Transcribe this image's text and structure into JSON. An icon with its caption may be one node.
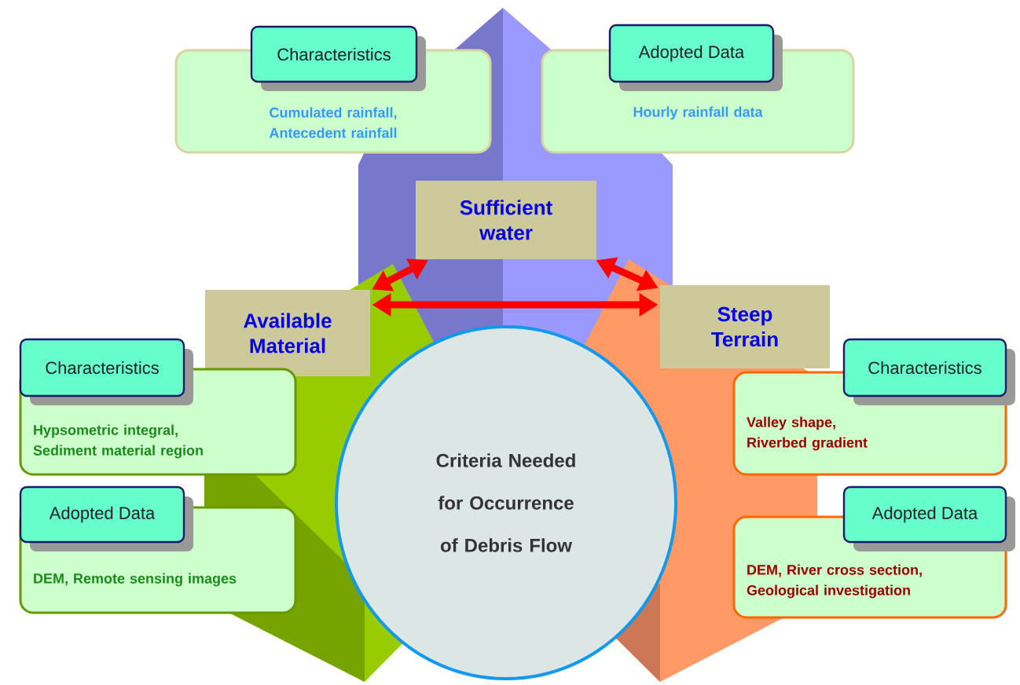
{
  "diagram": {
    "nodes": [
      {
        "text": [
          "Criteria Needed for Occurrence of Debris Flow"
        ]
      },
      {
        "text": [
          "Sufficient water"
        ]
      },
      {
        "text": [
          "Available Material"
        ]
      },
      {
        "text": [
          "Steep Terrain"
        ]
      },
      {
        "text": [
          "Characteristics",
          "Cumulated rainfall, Antecedent rainfall"
        ]
      },
      {
        "text": [
          "Adopted Data",
          "Hourly rainfall data"
        ]
      },
      {
        "text": [
          "Characteristics",
          "Hypsometric integral, Sediment material region"
        ]
      },
      {
        "text": [
          "Adopted Data",
          "DEM, Remote sensing images"
        ]
      },
      {
        "text": [
          "Characteristics",
          "Valley shape, Riverbed gradient"
        ]
      },
      {
        "text": [
          "Adopted Data",
          "DEM, River cross section, Geological investigation"
        ]
      }
    ],
    "edges": [
      {
        "from": 1,
        "to": 2,
        "arrow": "both"
      },
      {
        "from": 1,
        "to": 3,
        "arrow": "both"
      },
      {
        "from": 2,
        "to": 3,
        "arrow": "both"
      }
    ]
  }
}
